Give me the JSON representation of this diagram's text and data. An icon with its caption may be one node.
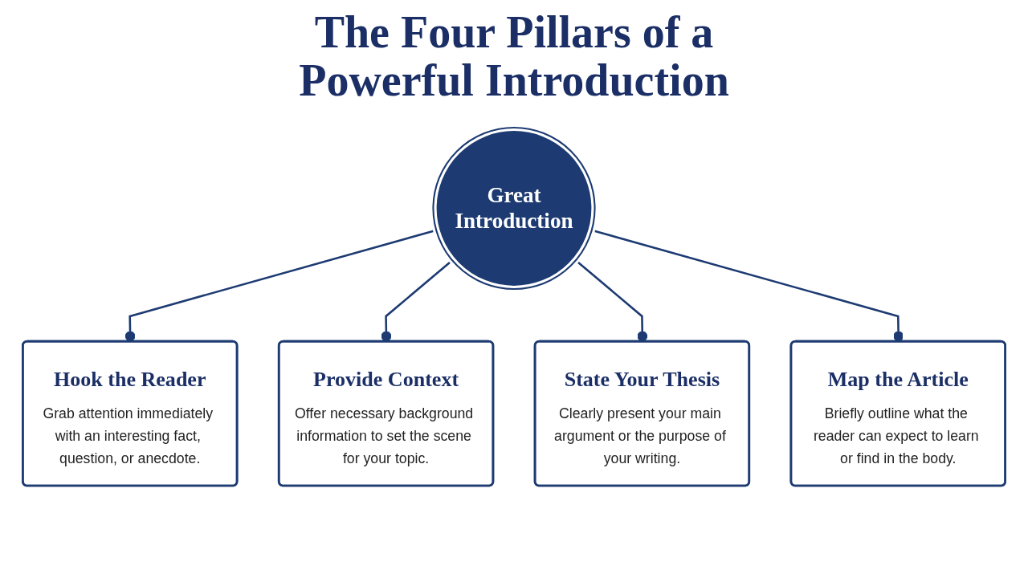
{
  "diagram": {
    "title": "The Four Pillars of a Powerful Introduction",
    "nodes": [
      {
        "text": [
          "Great Introduction"
        ]
      },
      {
        "text": [
          "Hook the Reader",
          "Grab attention immediately with an interesting fact, question, or anecdote."
        ]
      },
      {
        "text": [
          "Provide Context",
          "Offer necessary background information to set the scene for your topic."
        ]
      },
      {
        "text": [
          "State Your Thesis",
          "Clearly present your main argument or the purpose of your writing."
        ]
      },
      {
        "text": [
          "Map the Article",
          "Briefly outline what the reader can expect to learn or find in the body."
        ]
      }
    ],
    "edges": [
      {
        "from": 0,
        "to": 1,
        "arrow": "other"
      },
      {
        "from": 0,
        "to": 2,
        "arrow": "other"
      },
      {
        "from": 0,
        "to": 3,
        "arrow": "other"
      },
      {
        "from": 0,
        "to": 4,
        "arrow": "other"
      }
    ]
  }
}
